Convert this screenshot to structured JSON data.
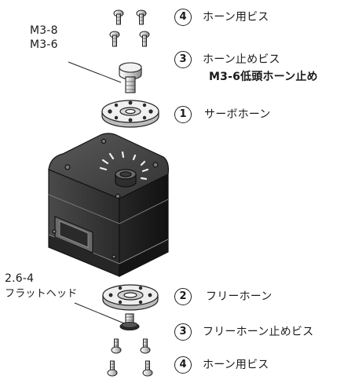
{
  "diagram": {
    "screw_sizes": {
      "line1": "M3-8",
      "line2": "M3-6"
    },
    "free_screw": {
      "line1": "2.6-4",
      "line2": "フラットヘッド"
    },
    "parts": [
      {
        "number": "4",
        "label": "ホーン用ビス"
      },
      {
        "number": "3",
        "label": "ホーン止めビス",
        "sublabel": "M3-6低頭ホーン止め"
      },
      {
        "number": "1",
        "label": "サーボホーン"
      },
      {
        "number": "2",
        "label": "フリーホーン"
      },
      {
        "number": "3",
        "label": "フリーホーン止めビス"
      },
      {
        "number": "4",
        "label": "ホーン用ビス"
      }
    ]
  }
}
